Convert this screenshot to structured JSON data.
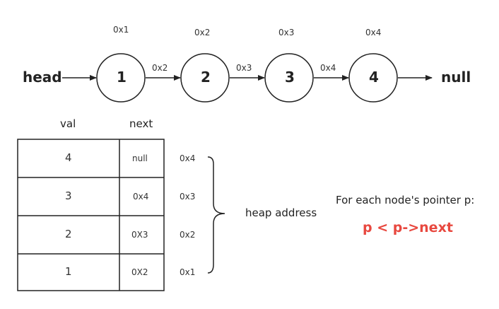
{
  "list": {
    "head_label": "head",
    "null_label": "null",
    "nodes": [
      {
        "value": "1",
        "address": "0x1",
        "link_label": "0x2"
      },
      {
        "value": "2",
        "address": "0x2",
        "link_label": "0x3"
      },
      {
        "value": "3",
        "address": "0x3",
        "link_label": "0x4"
      },
      {
        "value": "4",
        "address": "0x4"
      }
    ]
  },
  "memory_table": {
    "columns": [
      "val",
      "next"
    ],
    "rows": [
      {
        "val": "4",
        "next": "null",
        "address": "0x4"
      },
      {
        "val": "3",
        "next": "0x4",
        "address": "0x3"
      },
      {
        "val": "2",
        "next": "0X3",
        "address": "0x2"
      },
      {
        "val": "1",
        "next": "0X2",
        "address": "0x1"
      }
    ],
    "brace_label": "heap address"
  },
  "note": {
    "caption": "For each node's pointer p:",
    "rule": "p < p->next"
  },
  "colors": {
    "stroke": "#222222",
    "rule_text": "#e8483f"
  }
}
